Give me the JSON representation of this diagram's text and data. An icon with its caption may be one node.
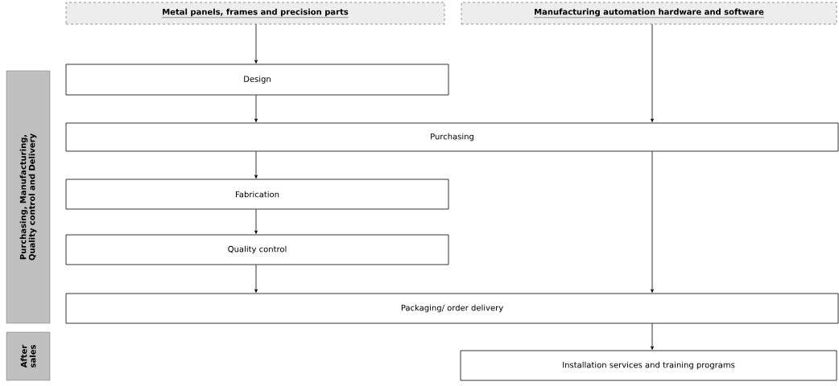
{
  "diagram": {
    "nodes": [
      {
        "text": [
          "Metal panels, frames and precision parts"
        ]
      },
      {
        "text": [
          "Manufacturing automation hardware and software"
        ]
      },
      {
        "text": [
          "Design"
        ]
      },
      {
        "text": [
          "Purchasing"
        ]
      },
      {
        "text": [
          "Fabrication"
        ]
      },
      {
        "text": [
          "Quality control"
        ]
      },
      {
        "text": [
          "Packaging/ order delivery"
        ]
      },
      {
        "text": [
          "Installation services and training programs"
        ]
      },
      {
        "text": [
          "Purchasing, Manufacturing, Quality control and Delivery"
        ]
      },
      {
        "text": [
          "After sales"
        ]
      }
    ],
    "edges": [
      {
        "from": 0,
        "to": 2,
        "arrow": "to"
      },
      {
        "from": 2,
        "to": 3,
        "arrow": "to"
      },
      {
        "from": 1,
        "to": 3,
        "arrow": "to"
      },
      {
        "from": 3,
        "to": 4,
        "arrow": "to"
      },
      {
        "from": 4,
        "to": 5,
        "arrow": "to"
      },
      {
        "from": 5,
        "to": 6,
        "arrow": "to"
      },
      {
        "from": 3,
        "to": 6,
        "arrow": "to"
      },
      {
        "from": 6,
        "to": 7,
        "arrow": "to"
      }
    ]
  }
}
